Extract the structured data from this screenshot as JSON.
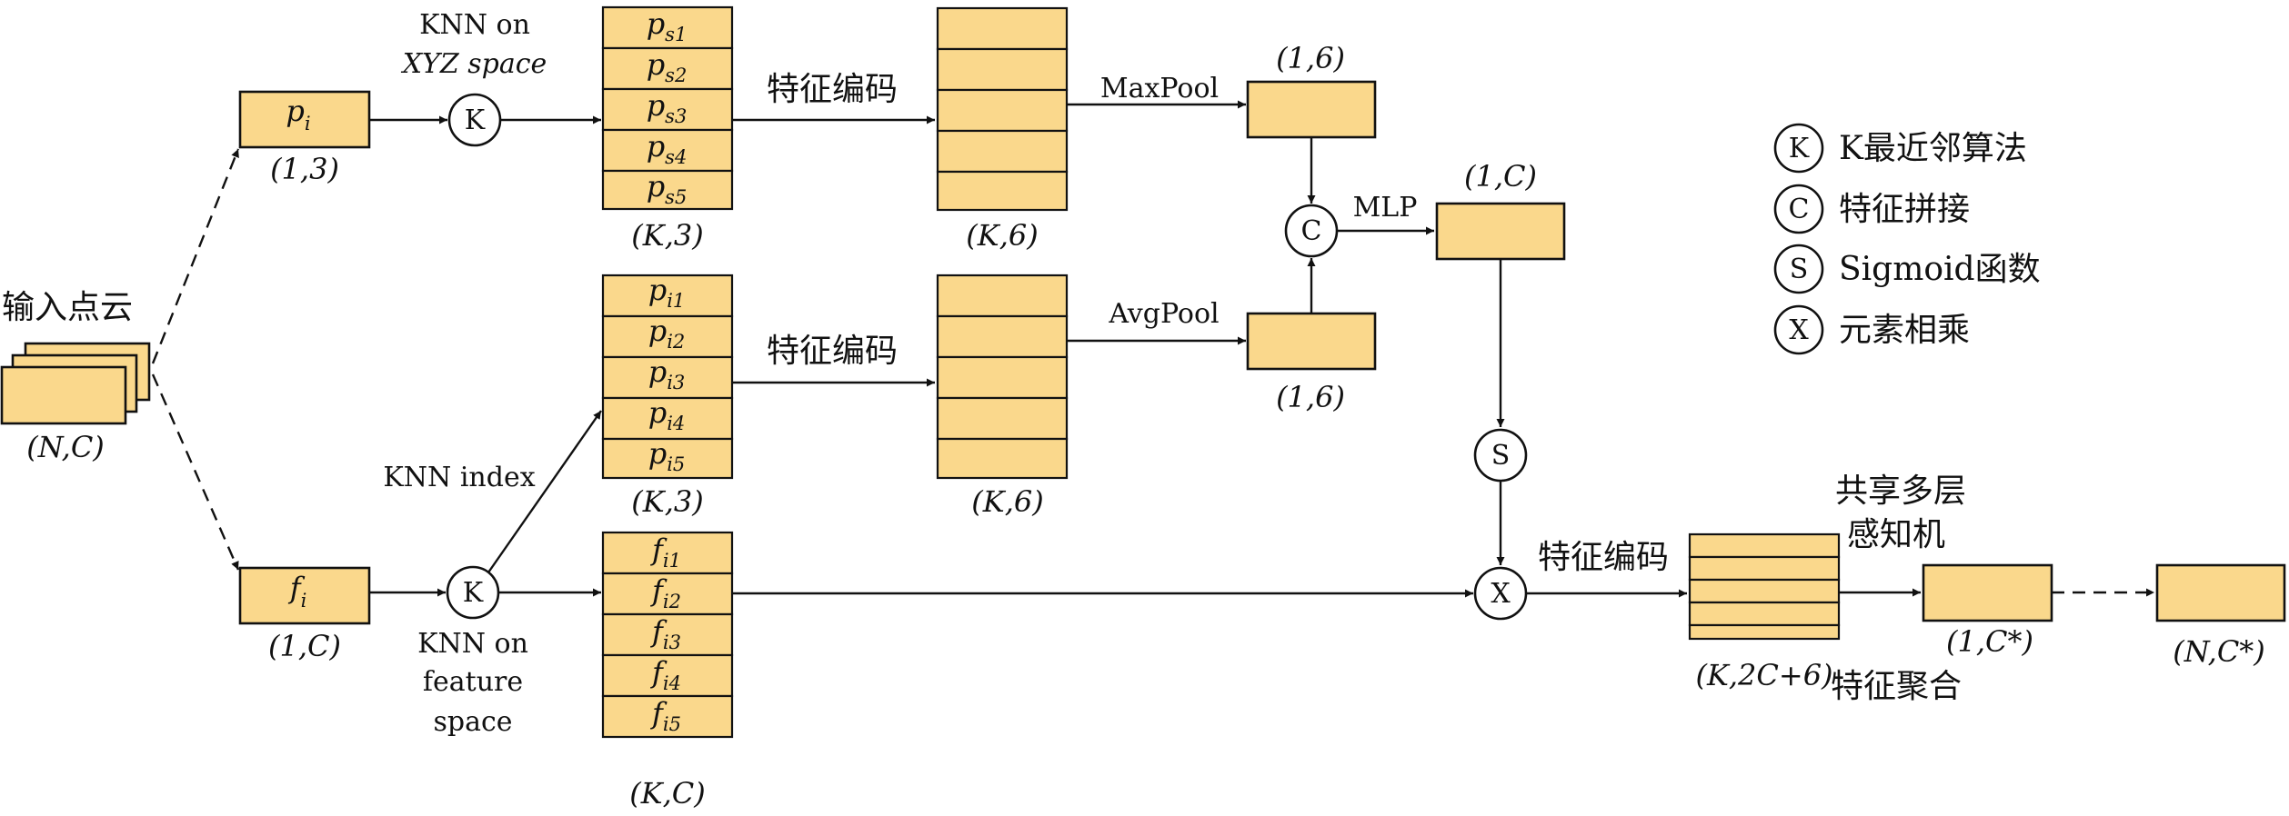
{
  "colors": {
    "box_fill": "#FAD88C",
    "stroke": "#111111",
    "background": "#FFFFFF"
  },
  "input": {
    "title": "输入点云",
    "dims": "(N,C)"
  },
  "xyz_branch": {
    "point": {
      "var": "p",
      "sub": "i",
      "dims": "(1,3)"
    },
    "knn_label": [
      "KNN on",
      "XYZ space"
    ],
    "neighbors": {
      "var": "p",
      "subs": [
        "s1",
        "s2",
        "s3",
        "s4",
        "s5"
      ],
      "dims": "(K,3)"
    },
    "encode_label": "特征编码",
    "encoded_dims": "(K,6)",
    "pool_label": "MaxPool",
    "pooled_dims": "(1,6)"
  },
  "index_branch": {
    "neighbors": {
      "var": "p",
      "subs": [
        "i1",
        "i2",
        "i3",
        "i4",
        "i5"
      ],
      "dims": "(K,3)"
    },
    "encode_label": "特征编码",
    "encoded_dims": "(K,6)",
    "pool_label": "AvgPool",
    "pooled_dims": "(1,6)",
    "knn_index_label": "KNN index"
  },
  "feature_branch": {
    "point": {
      "var": "f",
      "sub": "i",
      "dims": "(1,C)"
    },
    "knn_label": [
      "KNN on",
      "feature",
      "space"
    ],
    "neighbors": {
      "var": "f",
      "subs": [
        "i1",
        "i2",
        "i3",
        "i4",
        "i5"
      ],
      "dims": "(K,C)"
    }
  },
  "fusion": {
    "mlp_label": "MLP",
    "mlp_dims": "(1,C)",
    "encode_label": "特征编码",
    "encoded_dims": "(K,2C+6)",
    "shared_mlp_label": [
      "共享多层",
      "感知机"
    ],
    "aggregate_dims": "(1,C*)",
    "aggregate_label": "特征聚合",
    "output_dims": "(N,C*)"
  },
  "ops": {
    "knn": "K",
    "concat": "C",
    "sigmoid": "S",
    "multiply": "X"
  },
  "legend": [
    {
      "symbol": "K",
      "text": "K最近邻算法"
    },
    {
      "symbol": "C",
      "text": "特征拼接"
    },
    {
      "symbol": "S",
      "text": "Sigmoid函数"
    },
    {
      "symbol": "X",
      "text": "元素相乘"
    }
  ]
}
